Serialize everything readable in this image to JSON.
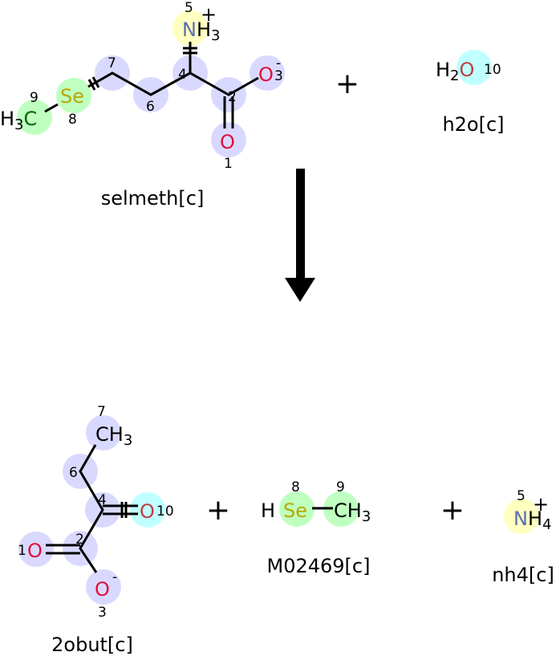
{
  "reaction": {
    "reactants": [
      {
        "name": "selmeth[c]",
        "atoms": {
          "c9": {
            "label_h": "H",
            "label_sub": "3",
            "label_el": "C",
            "index": "9"
          },
          "se8": {
            "label": "Se",
            "index": "8"
          },
          "c7": {
            "index": "7"
          },
          "c6": {
            "index": "6"
          },
          "c4": {
            "index": "4"
          },
          "n5": {
            "label_el": "N",
            "label_h": "H",
            "label_sub": "3",
            "charge": "+",
            "index": "5"
          },
          "c2": {
            "index": "2"
          },
          "o3": {
            "label": "O",
            "charge": "-",
            "index": "3"
          },
          "o1": {
            "label": "O",
            "index": "1"
          }
        }
      },
      {
        "name": "h2o[c]",
        "atoms": {
          "o10": {
            "label_h": "H",
            "label_sub": "2",
            "label_el": "O",
            "index": "10"
          }
        }
      }
    ],
    "products": [
      {
        "name": "2obut[c]",
        "atoms": {
          "c7": {
            "label_el": "CH",
            "label_sub": "3",
            "index": "7"
          },
          "c6": {
            "index": "6"
          },
          "c4": {
            "index": "4"
          },
          "o10": {
            "label": "O",
            "index": "10"
          },
          "c2": {
            "index": "2"
          },
          "o1": {
            "label": "O",
            "index": "1"
          },
          "o3": {
            "label": "O",
            "charge": "-",
            "index": "3"
          }
        }
      },
      {
        "name": "M02469[c]",
        "atoms": {
          "h": {
            "label": "H"
          },
          "se8": {
            "label": "Se",
            "index": "8"
          },
          "c9": {
            "label_el": "CH",
            "label_sub": "3",
            "index": "9"
          }
        }
      },
      {
        "name": "nh4[c]",
        "atoms": {
          "n5": {
            "label_el": "N",
            "label_h": "H",
            "label_sub": "4",
            "charge": "+",
            "index": "5"
          }
        }
      }
    ],
    "plus_sign": "+",
    "colors": {
      "carbon_highlight": "#d9d9ff",
      "selenium_highlight": "#bfffbf",
      "nitrogen_highlight": "#ffffc0",
      "water_oxygen_highlight": "#c0ffff",
      "oxygen": "#e0103a",
      "nitrogen": "#5a6fb0",
      "selenium": "#b8a800",
      "carbon_methyl": "#006400"
    }
  }
}
